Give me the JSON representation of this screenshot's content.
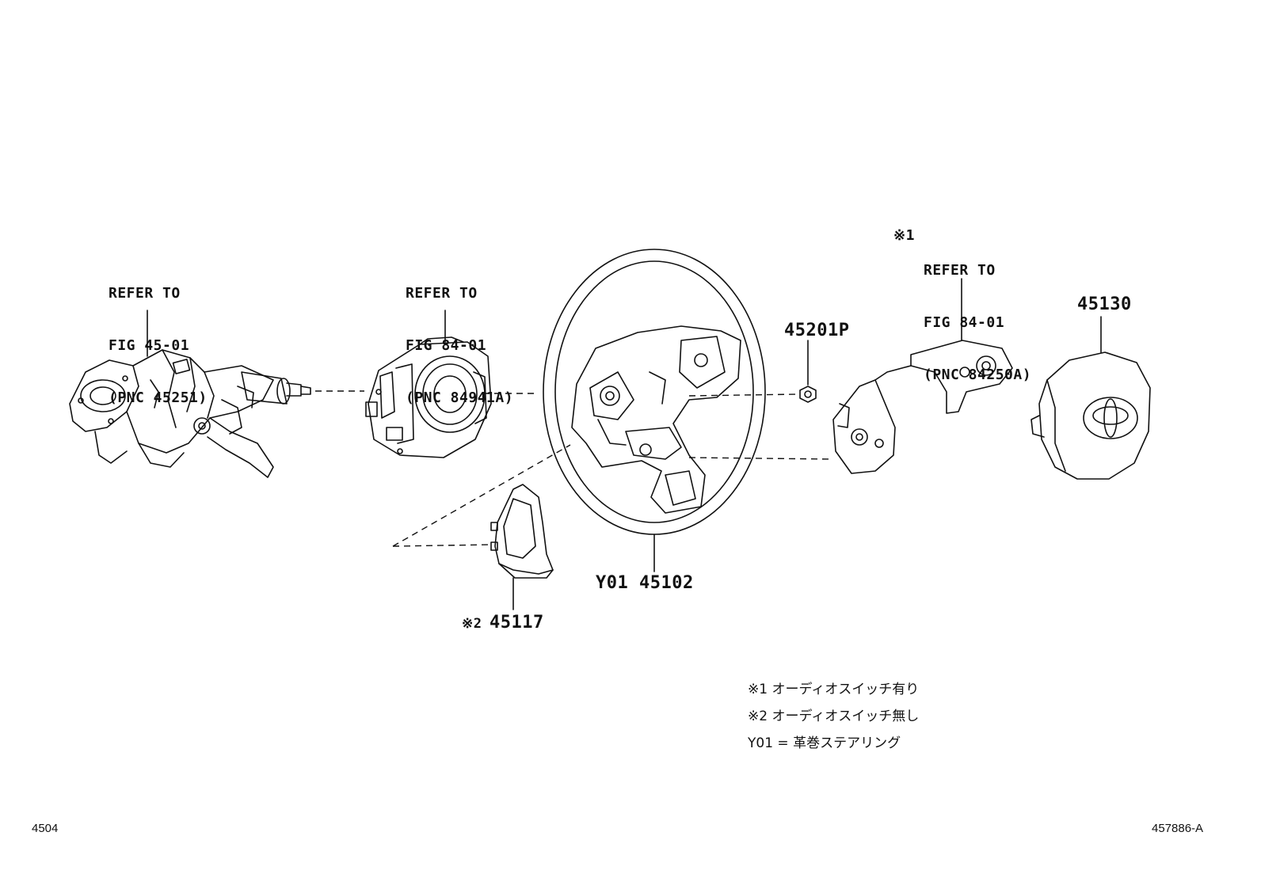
{
  "callouts": {
    "column": [
      "REFER TO",
      "FIG 45-01",
      "(PNC 45251)"
    ],
    "spiral": [
      "REFER TO",
      "FIG 84-01",
      "(PNC 84941A)"
    ],
    "switch": [
      "REFER TO",
      "FIG 84-01",
      "(PNC 84250A)"
    ],
    "switch_mark": "※1"
  },
  "parts": {
    "nut": "45201P",
    "pad": "45130",
    "wheel": "Y01 45102",
    "cover_mark": "※2",
    "cover": "45117"
  },
  "notes": [
    "※1 オーディオスイッチ有り",
    "※2 オーディオスイッチ無し",
    "Y01 = 革巻ステアリング"
  ],
  "footer": {
    "left": "4504",
    "right": "457886-A"
  }
}
